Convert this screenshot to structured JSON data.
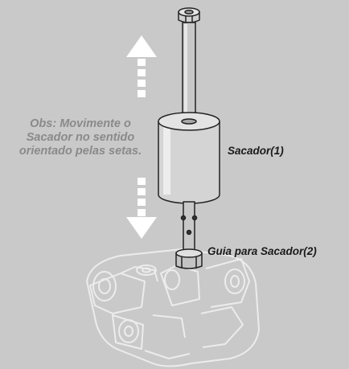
{
  "note_lines": [
    "Obs: Movimente o",
    "Sacador no sentido",
    "orientado pelas setas."
  ],
  "labels": {
    "sacador": "Sacador(1)",
    "guia": "Guia para Sacador(2)"
  },
  "colors": {
    "background": "#c9c9c9",
    "arrow": "#ffffff",
    "note_text": "#8a8a8a",
    "label_text": "#1a1a1a",
    "outline": "#222222",
    "body_fill": "#d2d2d2",
    "ghost_outline": "#ececec"
  },
  "icons": [
    "arrow-up-icon",
    "arrow-down-icon"
  ]
}
